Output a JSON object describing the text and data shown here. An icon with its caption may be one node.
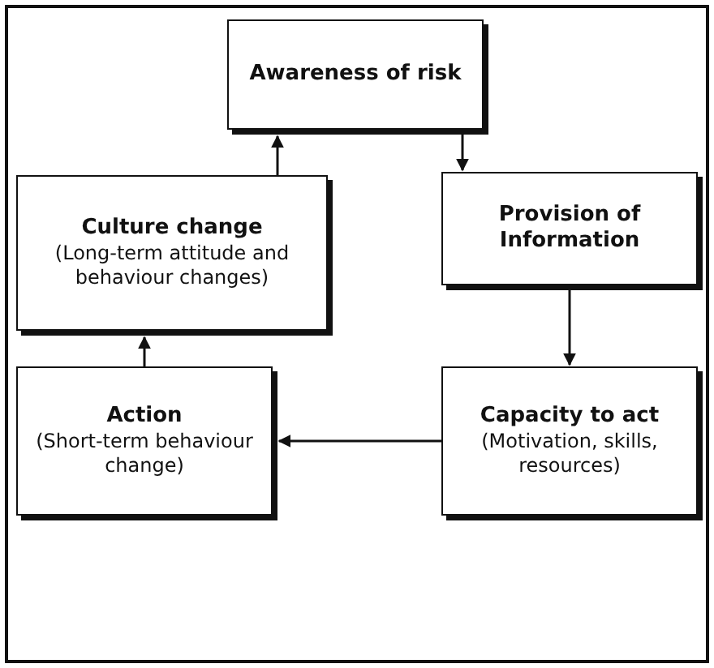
{
  "diagram": {
    "nodes": [
      {
        "text": [
          "Awareness of risk"
        ]
      },
      {
        "text": [
          "Provision of Information"
        ]
      },
      {
        "text": [
          "Capacity to act",
          "(Motivation, skills, resources)"
        ]
      },
      {
        "text": [
          "Action",
          "(Short-term behaviour change)"
        ]
      },
      {
        "text": [
          "Culture change",
          "(Long-term attitude and behaviour changes)"
        ]
      }
    ],
    "edges": [
      {
        "from": 0,
        "to": 1,
        "arrow": "to"
      },
      {
        "from": 1,
        "to": 2,
        "arrow": "to"
      },
      {
        "from": 2,
        "to": 3,
        "arrow": "to"
      },
      {
        "from": 3,
        "to": 4,
        "arrow": "to"
      },
      {
        "from": 4,
        "to": 0,
        "arrow": "to"
      }
    ]
  }
}
